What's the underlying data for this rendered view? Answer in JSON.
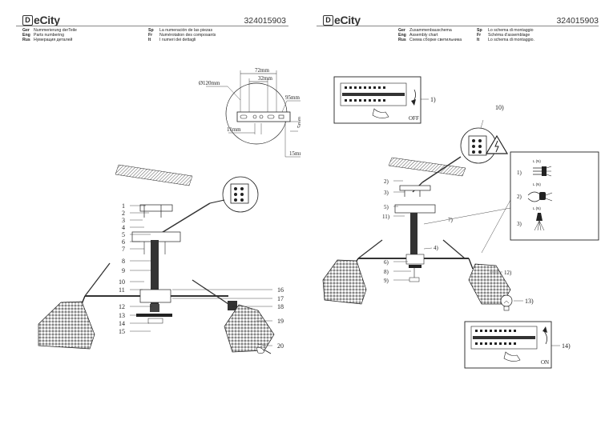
{
  "brand": {
    "logo_mark": "D",
    "logo_text": "eCity"
  },
  "left_page": {
    "doc_number": "324015903",
    "header": [
      {
        "lang": "Ger",
        "text": "Nummerierung derTeile"
      },
      {
        "lang": "Eng",
        "text": "Parts numbering"
      },
      {
        "lang": "Rus",
        "text": "Нумерация деталей"
      }
    ],
    "header2": [
      {
        "lang": "Sp",
        "text": "La numeración de las piezas"
      },
      {
        "lang": "Fr",
        "text": "Numérotation des composants"
      },
      {
        "lang": "It",
        "text": "I numeri dei dettagli"
      }
    ],
    "dimensions": {
      "d1": "72mm",
      "d2": "32mm",
      "d3": "Ø120mm",
      "d4": "95mm",
      "d5": "11mm",
      "d6": "5mm",
      "d7": "15mm"
    },
    "part_numbers_left": [
      "1",
      "2",
      "3",
      "4",
      "5",
      "6",
      "7",
      "8",
      "9",
      "10",
      "11",
      "12",
      "13",
      "14",
      "15"
    ],
    "part_numbers_right": [
      "16",
      "17",
      "18",
      "19",
      "20"
    ]
  },
  "right_page": {
    "doc_number": "324015903",
    "header": [
      {
        "lang": "Ger",
        "text": "Zusammenbauschema"
      },
      {
        "lang": "Eng",
        "text": "Assembly chart"
      },
      {
        "lang": "Rus",
        "text": "Схема сборке светильника"
      }
    ],
    "header2": [
      {
        "lang": "Sp",
        "text": "Lo schema di montaggio"
      },
      {
        "lang": "Fr",
        "text": "Schéma d'assemblage"
      },
      {
        "lang": "It",
        "text": "Lo schema di montaggio."
      }
    ],
    "steps": {
      "s1": "1)",
      "s10": "10)",
      "s2": "2)",
      "s3": "3)",
      "s11": "11)",
      "s5": "5)",
      "s7": "7)",
      "s4": "4)",
      "s6": "6)",
      "s8": "8)",
      "s9": "9)",
      "s12": "12)",
      "s13": "13)",
      "s14": "14)"
    },
    "switch_off": "OFF",
    "switch_on": "ON",
    "wiring": {
      "w1": "1)",
      "w2": "2)",
      "w3": "3)",
      "ln1": "L (N)",
      "ln2": "L (N)",
      "ln3": "L (N)"
    }
  }
}
